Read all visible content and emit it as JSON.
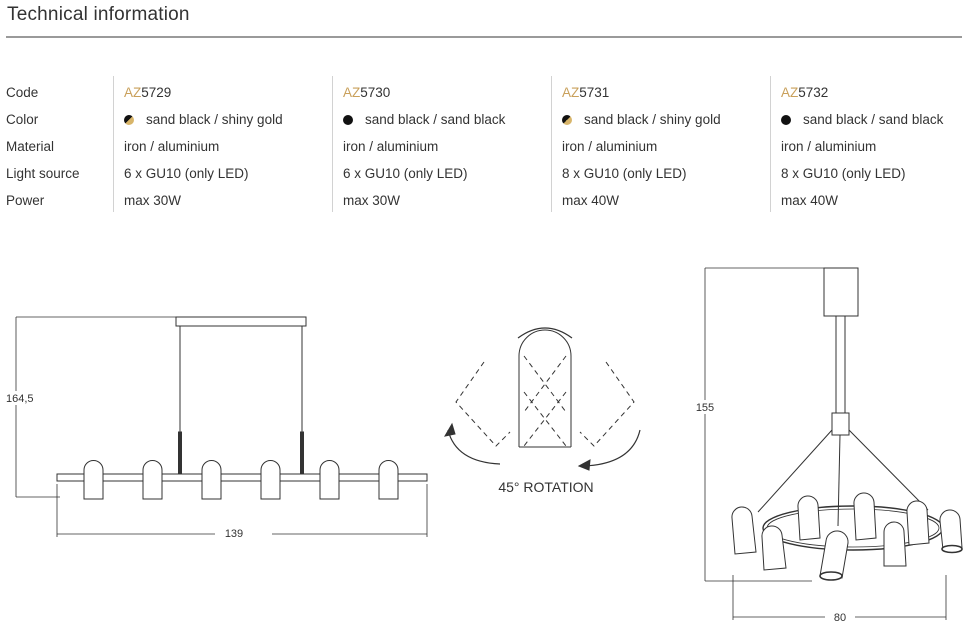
{
  "header": {
    "title": "Technical information"
  },
  "spec_table": {
    "row_labels": [
      "Code",
      "Color",
      "Material",
      "Light source",
      "Power"
    ],
    "columns": [
      {
        "code_prefix": "AZ",
        "code_number": "5729",
        "swatch": "half",
        "color": "sand black / shiny gold",
        "material": "iron / aluminium",
        "light_source": "6 x GU10  (only LED)",
        "power": "max 30W"
      },
      {
        "code_prefix": "AZ",
        "code_number": "5730",
        "swatch": "black",
        "color": "sand black / sand black",
        "material": "iron / aluminium",
        "light_source": "6 x GU10  (only LED)",
        "power": "max 30W"
      },
      {
        "code_prefix": "AZ",
        "code_number": "5731",
        "swatch": "half",
        "color": "sand black / shiny gold",
        "material": "iron / aluminium",
        "light_source": "8 x GU10  (only LED)",
        "power": "max 40W"
      },
      {
        "code_prefix": "AZ",
        "code_number": "5732",
        "swatch": "black",
        "color": "sand black / sand black",
        "material": "iron / aluminium",
        "light_source": "8 x GU10  (only LED)",
        "power": "max 40W"
      }
    ]
  },
  "drawings": {
    "linear": {
      "height_label": "164,5",
      "width_label": "139"
    },
    "rotation": {
      "label": "45° ROTATION"
    },
    "round": {
      "height_label": "155",
      "width_label": "80"
    }
  },
  "colors": {
    "gold_accent": "#c9a05b",
    "line": "#333333",
    "rule": "#9a9a9a"
  }
}
